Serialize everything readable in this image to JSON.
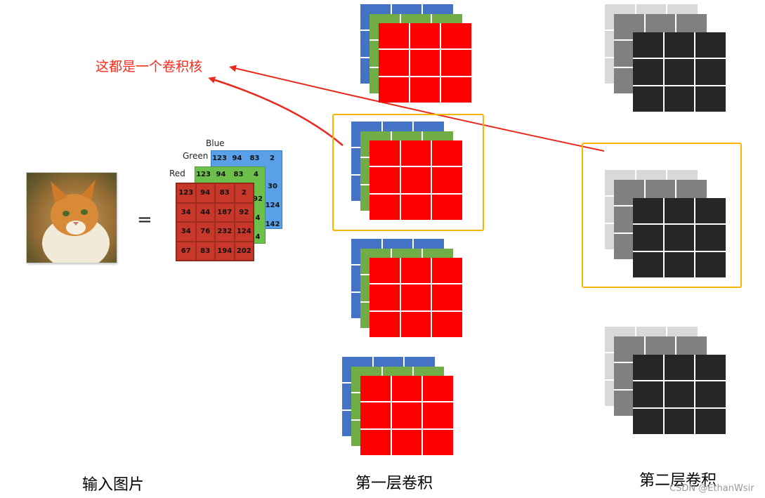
{
  "annotation": "这都是一个卷积核",
  "equals_sign": "=",
  "labels": {
    "input_image": "输入图片",
    "layer1": "第一层卷积",
    "layer2": "第二层卷积"
  },
  "watermark": "CSDN @EthanWsir",
  "channels": {
    "blue": {
      "label": "Blue",
      "color": "#5aa0e8",
      "col_vals": [
        "123",
        "94",
        "83",
        "2"
      ],
      "side_vals": [
        "30",
        "124",
        "142"
      ]
    },
    "green": {
      "label": "Green",
      "color": "#6bbf4a",
      "row_vals": [
        "123",
        "94",
        "83",
        "4"
      ],
      "side_vals": [
        "92",
        "4",
        "4"
      ]
    },
    "red": {
      "label": "Red",
      "color": "#c8382a",
      "rows": [
        [
          "123",
          "94",
          "83",
          "2"
        ],
        [
          "34",
          "44",
          "187",
          "92"
        ],
        [
          "34",
          "76",
          "232",
          "124"
        ],
        [
          "67",
          "83",
          "194",
          "202"
        ]
      ]
    }
  },
  "colors": {
    "kernel_blue": "#4472c4",
    "kernel_green": "#70ad47",
    "kernel_red": "#ff0000",
    "gray_light": "#d9d9d9",
    "gray_mid": "#808080",
    "gray_dark": "#262626",
    "highlight": "#f7b500",
    "arrow": "#e8291d"
  }
}
